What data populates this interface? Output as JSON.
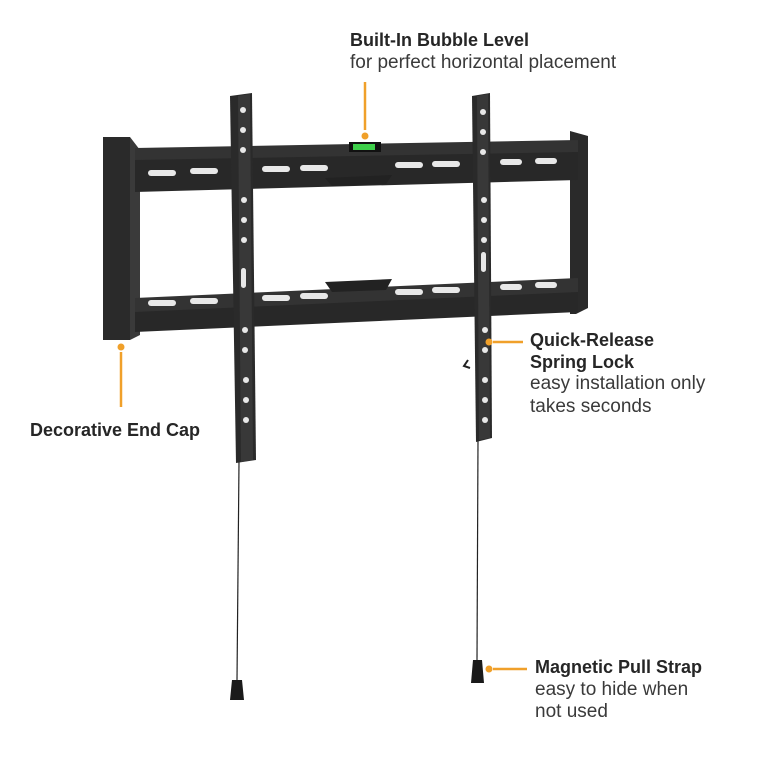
{
  "colors": {
    "accent": "#f0a02a",
    "bracket": "#2e2e2e",
    "bracket_dark": "#1c1c1c",
    "level_green": "#3ecf4a",
    "text": "#262626"
  },
  "callouts": {
    "bubble_level": {
      "title": "Built-In Bubble Level",
      "desc": "for perfect horizontal placement"
    },
    "end_cap": {
      "title": "Decorative End Cap"
    },
    "spring_lock": {
      "title_line1": "Quick-Release",
      "title_line2": "Spring Lock",
      "desc_line1": "easy installation only",
      "desc_line2": "takes seconds"
    },
    "pull_strap": {
      "title": "Magnetic Pull Strap",
      "desc_line1": "easy to hide when",
      "desc_line2": "not used"
    }
  }
}
